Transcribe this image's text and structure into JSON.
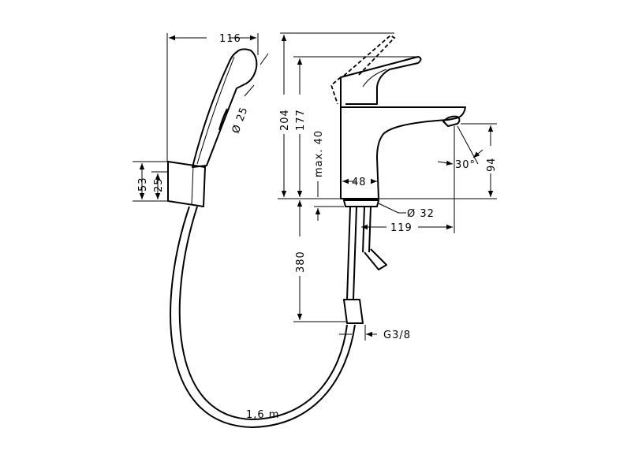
{
  "dimensions": {
    "shower_width": "116",
    "shower_head_diameter": "Ø 25",
    "total_height": "204",
    "spout_height": "177",
    "max_deck_thickness": "max. 40",
    "body_width": "48",
    "mount_diameter": "Ø 32",
    "projection": "119",
    "spout_angle": "30°",
    "outlet_height": "94",
    "holder_height": "53",
    "holder_inner": "25",
    "hose_length_faucet": "380",
    "connection_thread": "G3/8",
    "hose_length": "1,6 m"
  }
}
